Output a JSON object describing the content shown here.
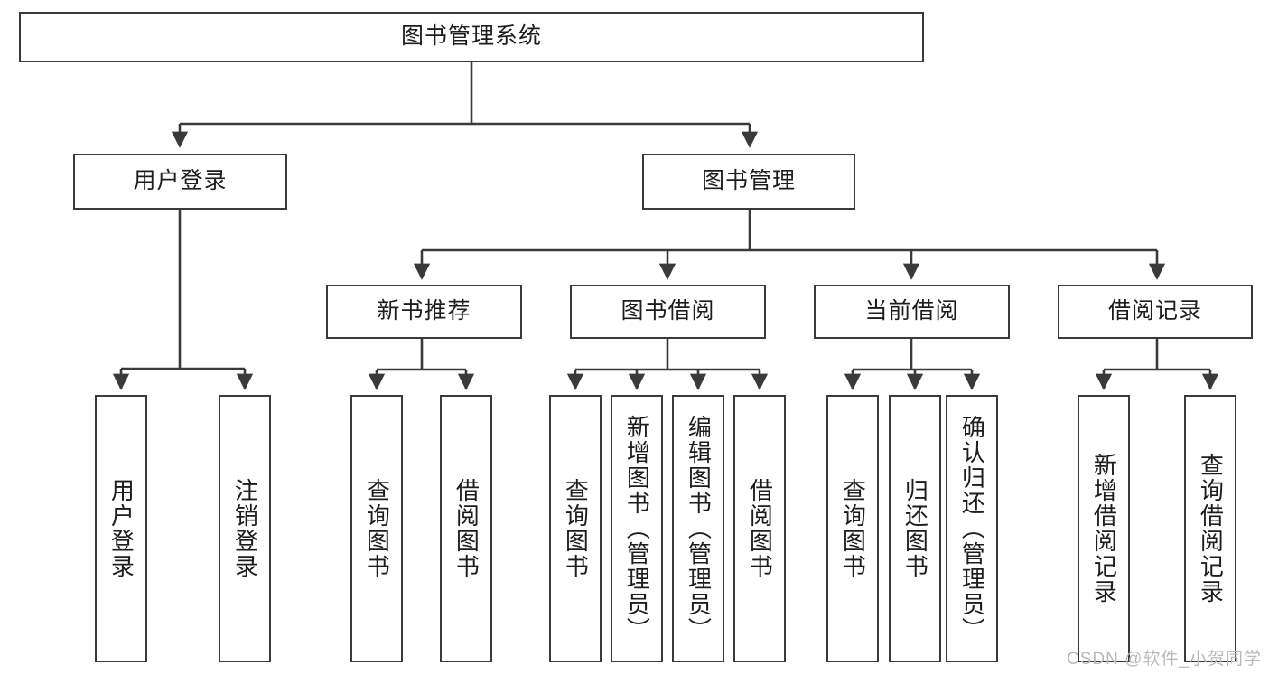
{
  "diagram": {
    "title": "图书管理系统",
    "type": "tree-hierarchy-diagram",
    "colors": {
      "box_border": "#3a3a3a",
      "box_fill": "#ffffff",
      "edge": "#3a3a3a",
      "text": "#1d1d1d",
      "watermark": "#b9b9b9"
    },
    "root": {
      "label": "图书管理系统"
    },
    "level1": [
      {
        "label": "用户登录"
      },
      {
        "label": "图书管理"
      }
    ],
    "level2": [
      {
        "label": "新书推荐"
      },
      {
        "label": "图书借阅"
      },
      {
        "label": "当前借阅"
      },
      {
        "label": "借阅记录"
      }
    ],
    "leaves": {
      "user_login": [
        {
          "label": "用户登录"
        },
        {
          "label": "注销登录"
        }
      ],
      "new_book_recommend": [
        {
          "label": "查询图书"
        },
        {
          "label": "借阅图书"
        }
      ],
      "book_borrow": [
        {
          "label": "查询图书"
        },
        {
          "label": "新增图书（管理员）"
        },
        {
          "label": "编辑图书（管理员）"
        },
        {
          "label": "借阅图书"
        }
      ],
      "current_borrow": [
        {
          "label": "查询图书"
        },
        {
          "label": "归还图书"
        },
        {
          "label": "确认归还（管理员）"
        }
      ],
      "borrow_record": [
        {
          "label": "新增借阅记录"
        },
        {
          "label": "查询借阅记录"
        }
      ]
    }
  },
  "watermark": {
    "text": "CSDN @软件_小贺同学"
  }
}
